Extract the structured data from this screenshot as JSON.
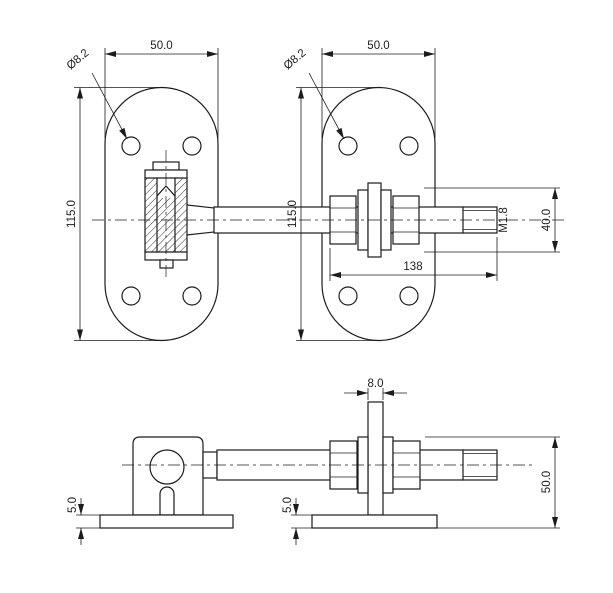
{
  "page": {
    "background_color": "#ffffff",
    "line_color": "#1c1c1c"
  },
  "front_view": {
    "left_plate": {
      "width": "50.0",
      "height": "115.0",
      "hole_dia": "Ø8.2"
    },
    "right_plate": {
      "width": "50.0",
      "height": "115.0",
      "hole_dia": "Ø8.2"
    },
    "shaft": {
      "thread": "M1.8",
      "end_height": "40.0",
      "length": "138"
    }
  },
  "side_view": {
    "plate_thickness": "8.0",
    "left_base_thickness": "5.0",
    "right_base_thickness": "5.0",
    "assembly_height": "50.0"
  }
}
